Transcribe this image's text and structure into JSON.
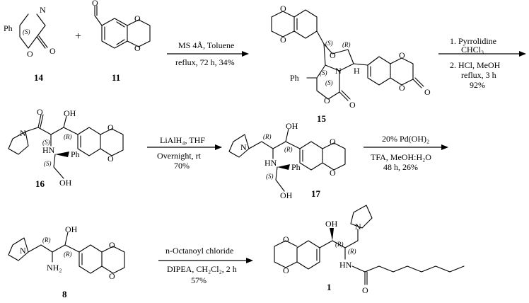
{
  "compounds": {
    "c14": "14",
    "c11": "11",
    "c15": "15",
    "c16": "16",
    "c17": "17",
    "c8": "8",
    "c1": "1"
  },
  "atoms": {
    "N": "N",
    "O": "O",
    "H": "H",
    "Ph": "Ph",
    "OH": "OH",
    "HN": "HN",
    "NH2": "NH₂",
    "S": "(S)",
    "R": "(R)",
    "plus": "+"
  },
  "conditions": {
    "step1": "MS 4Å, Toluene",
    "step1b": "reflux, 72 h, 34%",
    "step2a": "1. Pyrrolidine",
    "step2b": "CHCl₃",
    "step2c": "2. HCl, MeOH",
    "step2d": "reflux, 3 h",
    "step2e": "92%",
    "step3a": "LiAlH₄, THF",
    "step3b": "Overnight, rt",
    "step3c": "70%",
    "step4a": "20% Pd(OH)₂",
    "step4b": "TFA, MeOH:H₂O",
    "step4c": "48 h, 26%",
    "step5a": "n-Octanoyl chloride",
    "step5b": "DIPEA, CH₂Cl₂, 2 h",
    "step5c": "57%"
  }
}
